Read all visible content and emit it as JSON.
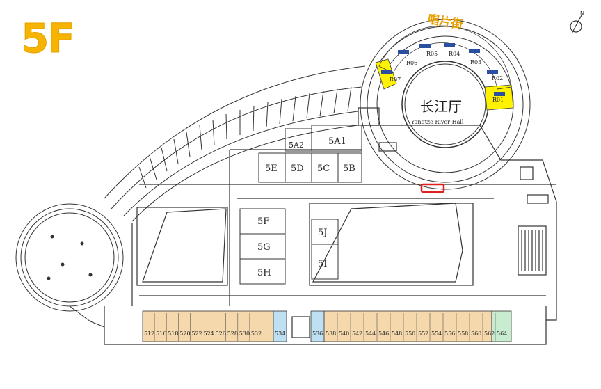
{
  "floor_label": "5F",
  "compass": "N",
  "record_street": "唱片街",
  "main_hall": {
    "title": "长江厅",
    "subtitle": "Yangtze River Hall"
  },
  "booths": [
    "R01",
    "R02",
    "R03",
    "R04",
    "R05",
    "R06",
    "R07"
  ],
  "meeting_rooms": [
    "5A1",
    "5A2",
    "5B",
    "5C",
    "5D",
    "5E",
    "5F",
    "5G",
    "5H",
    "5I",
    "5J"
  ],
  "guest_rooms": [
    "512",
    "516",
    "518",
    "520",
    "522",
    "524",
    "526",
    "528",
    "530",
    "532",
    "534",
    "536",
    "538",
    "540",
    "542",
    "544",
    "546",
    "548",
    "550",
    "552",
    "554",
    "556",
    "558",
    "560",
    "562",
    "564"
  ],
  "colors": {
    "floor_label": "#f6b400",
    "street_label": "#e8a000",
    "booth_highlight": "#fff200",
    "guest_room_orange": "#f6d8ad",
    "guest_room_blue": "#bfe0f2",
    "guest_room_green": "#c8ecd0",
    "location_marker": "#e0201e"
  }
}
